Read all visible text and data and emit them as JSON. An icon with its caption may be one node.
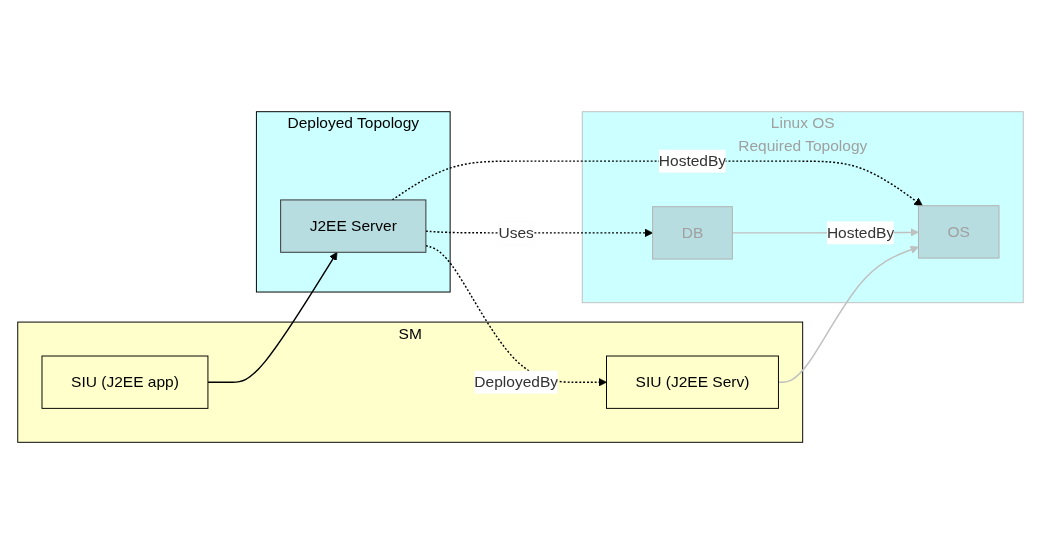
{
  "diagram": {
    "nodes": [
      {
        "text": [
          "SM"
        ]
      },
      {
        "text": [
          "SIU (J2EE app)"
        ],
        "in": 0
      },
      {
        "text": [
          "SIU (J2EE Serv)"
        ],
        "in": 0
      },
      {
        "text": [
          "Deployed Topology"
        ]
      },
      {
        "text": [
          "J2EE Server"
        ],
        "in": 3
      },
      {
        "text": [
          "Linux OS"
        ],
        "beside": [
          "Required Topology"
        ]
      },
      {
        "text": [
          "DB"
        ],
        "in": 5
      },
      {
        "text": [
          "OS"
        ],
        "in": 5
      }
    ],
    "edges": [
      {
        "from": 1,
        "to": 4,
        "arrow": "to"
      },
      {
        "from": 4,
        "to": 2,
        "arrow": "to",
        "label": "DeployedBy",
        "style": "dashed"
      },
      {
        "from": 4,
        "to": 6,
        "arrow": "to",
        "label": "Uses",
        "style": "dashed"
      },
      {
        "from": 4,
        "to": 7,
        "arrow": "to",
        "label": "HostedBy",
        "style": "dashed"
      },
      {
        "from": 6,
        "to": 7,
        "arrow": "to",
        "label": "HostedBy",
        "color": "#c0c0c0"
      },
      {
        "from": 2,
        "to": 7,
        "arrow": "to",
        "color": "#c0c0c0"
      }
    ]
  }
}
